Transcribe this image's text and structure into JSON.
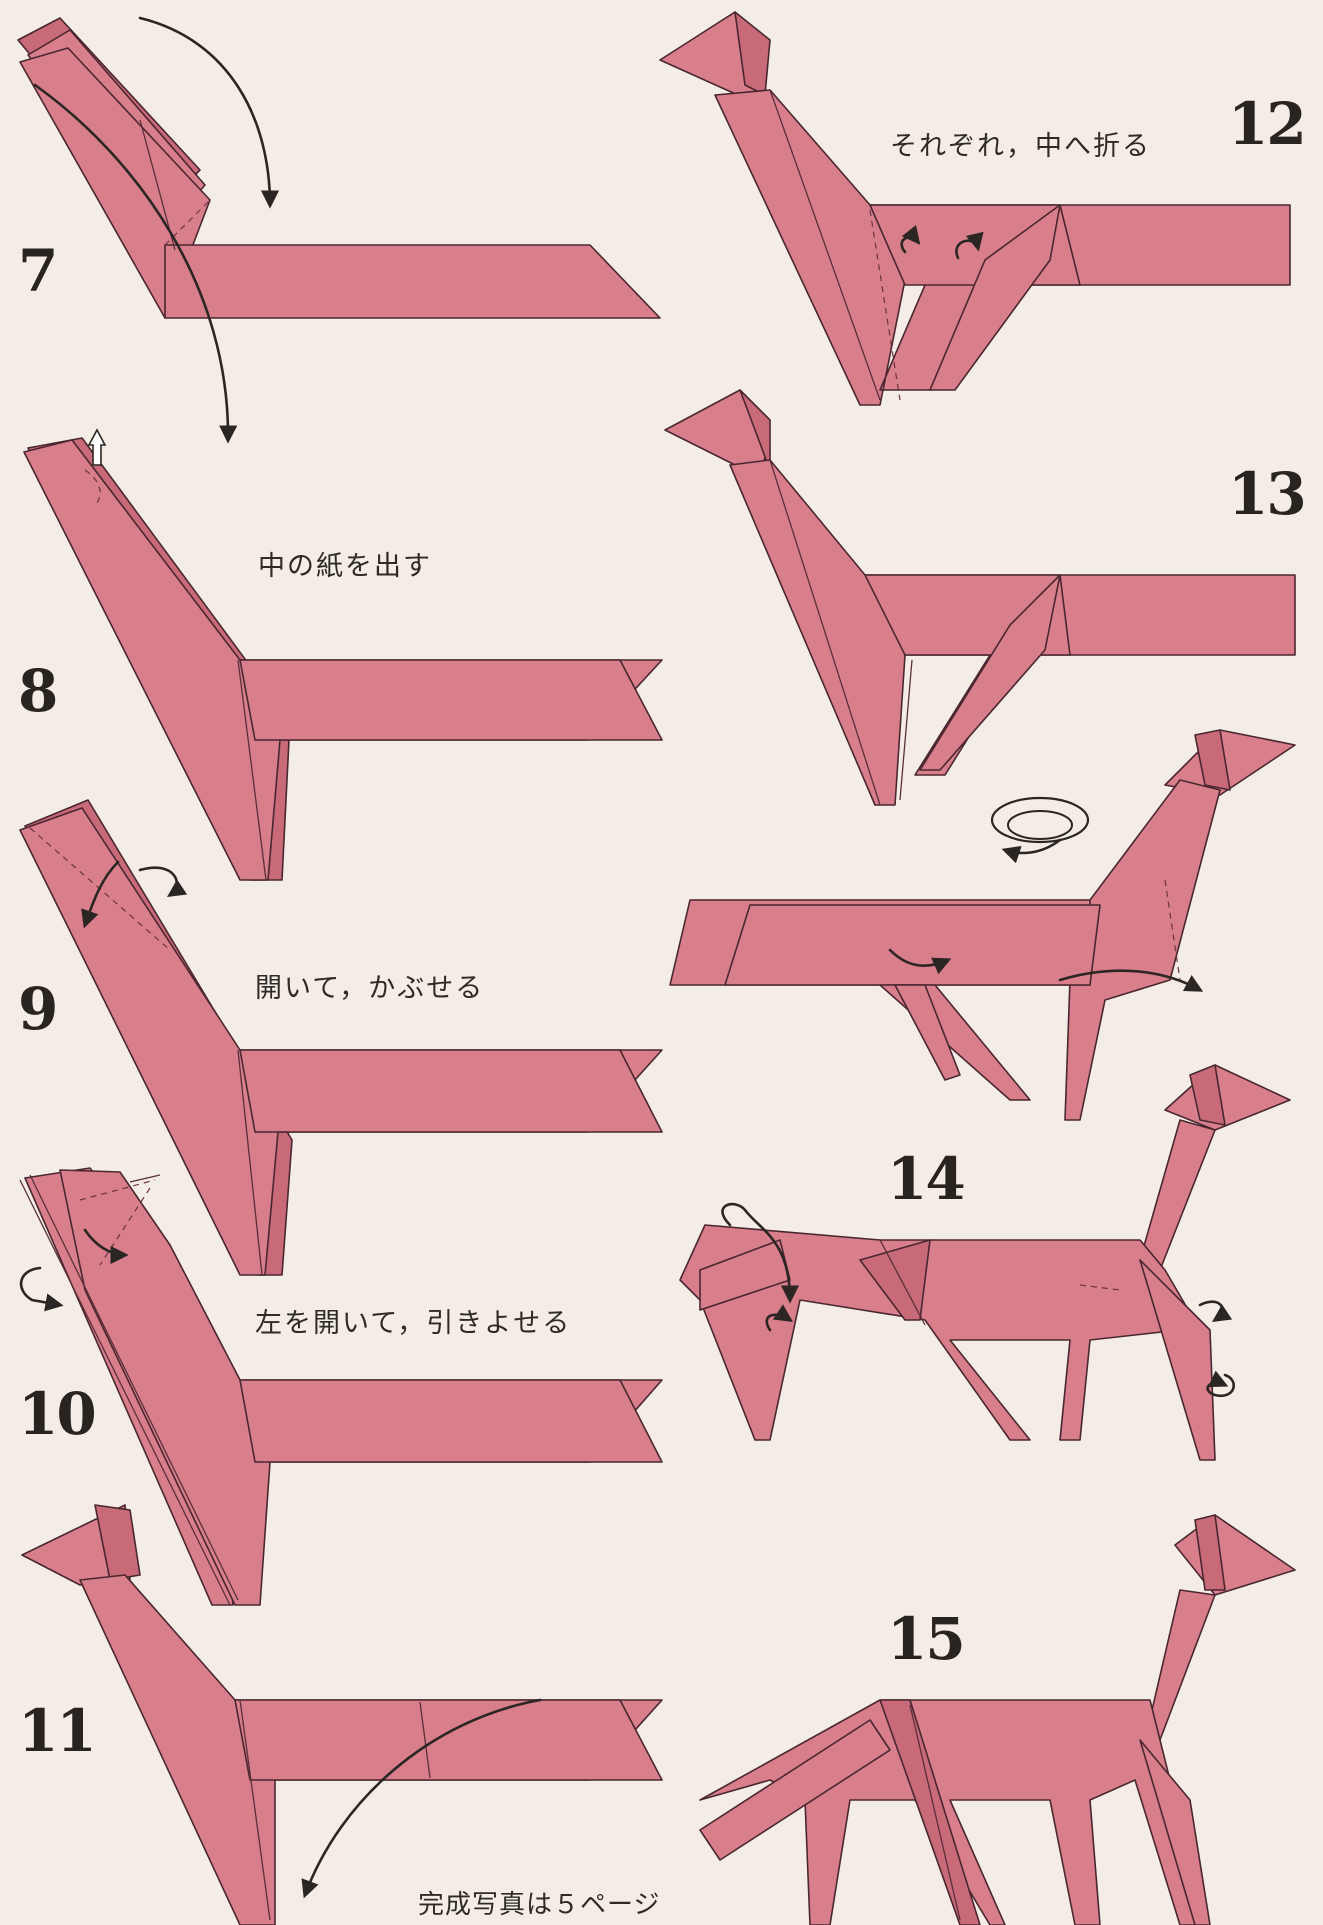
{
  "steps": {
    "s7": "7",
    "s8": "8",
    "s9": "9",
    "s10": "10",
    "s11": "11",
    "s12": "12",
    "s13": "13",
    "s14": "14",
    "s15": "15"
  },
  "captions": {
    "s8": "中の紙を出す",
    "s9": "開いて，かぶせる",
    "s10": "左を開いて，引きよせる",
    "s12": "それぞれ，中へ折る"
  },
  "footer": "完成写真は５ページ",
  "colors": {
    "paper": "#d97f8c",
    "paper_dark": "#c86a78",
    "outline": "#4a2730",
    "background": "#f3ede6"
  }
}
